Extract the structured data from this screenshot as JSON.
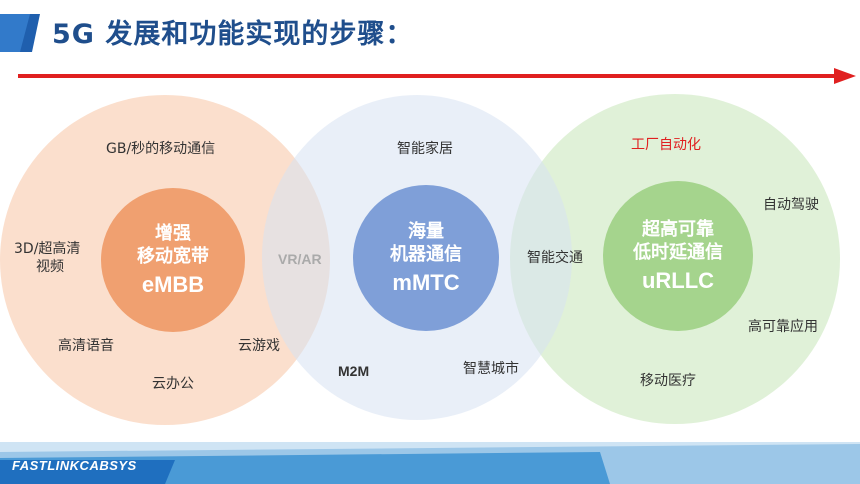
{
  "title": "5G 发展和功能实现的步骤：",
  "brand": "FASTLINKCABSYS",
  "colors": {
    "title": "#1f4e8c",
    "arrow": "#e02020",
    "embb": "#f0a070",
    "mmtc": "#7f9fd8",
    "urllc": "#a5d48d",
    "highlight": "#e02020"
  },
  "embb": {
    "name_line1": "增强",
    "name_line2": "移动宽带",
    "abbr": "eMBB",
    "apps": [
      "GB/秒的移动通信",
      "3D/超高清",
      "视频",
      "高清语音",
      "云办公",
      "云游戏"
    ]
  },
  "shared": {
    "vr_ar": "VR/AR"
  },
  "mmtc": {
    "name_line1": "海量",
    "name_line2": "机器通信",
    "abbr": "mMTC",
    "apps": [
      "智能家居",
      "M2M",
      "智慧城市"
    ]
  },
  "urllc": {
    "name_line1": "超高可靠",
    "name_line2": "低时延通信",
    "abbr": "uRLLC",
    "apps": [
      "工厂自动化",
      "智能交通",
      "自动驾驶",
      "高可靠应用",
      "移动医疗"
    ]
  }
}
